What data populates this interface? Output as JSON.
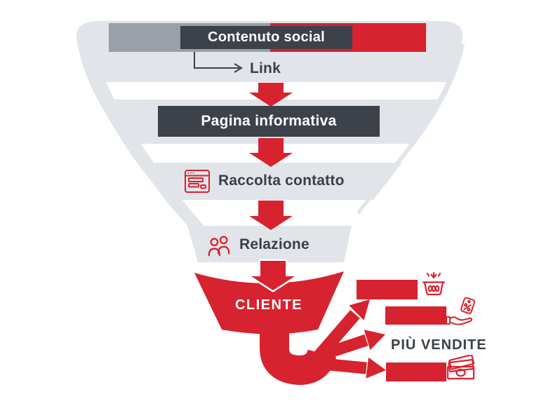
{
  "title": "Funnel marketing diagram",
  "colors": {
    "red": "#d7222f",
    "funnel_gray": "#e1e4e8",
    "bar_gray": "#9aa0a8",
    "dark_box": "#3d424a",
    "text_dark": "#3a4048",
    "white": "#ffffff"
  },
  "funnel": {
    "stages": [
      {
        "id": "contenuto-social",
        "label": "Contenuto social"
      },
      {
        "id": "link",
        "label": "Link"
      },
      {
        "id": "pagina-informativa",
        "label": "Pagina informativa"
      },
      {
        "id": "raccolta-contatto",
        "label": "Raccolta contatto",
        "icon": "form-icon"
      },
      {
        "id": "relazione",
        "label": "Relazione",
        "icon": "people-icon"
      },
      {
        "id": "cliente",
        "label": "CLIENTE"
      }
    ]
  },
  "outcome": {
    "label": "PIÙ VENDITE",
    "results": [
      {
        "icon": "basket-icon"
      },
      {
        "icon": "discount-hand-icon"
      },
      {
        "icon": "money-icon"
      }
    ]
  }
}
